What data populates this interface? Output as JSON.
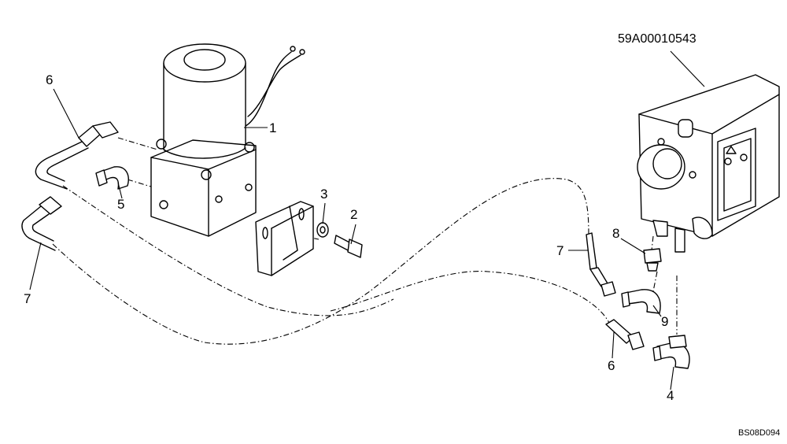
{
  "drawing": {
    "part_number": "59A00010543",
    "figure_code": "BS08D094"
  },
  "callouts": {
    "c1": "1",
    "c2": "2",
    "c3": "3",
    "c4": "4",
    "c5": "5",
    "c6a": "6",
    "c6b": "6",
    "c7a": "7",
    "c7b": "7",
    "c8": "8",
    "c9": "9"
  }
}
